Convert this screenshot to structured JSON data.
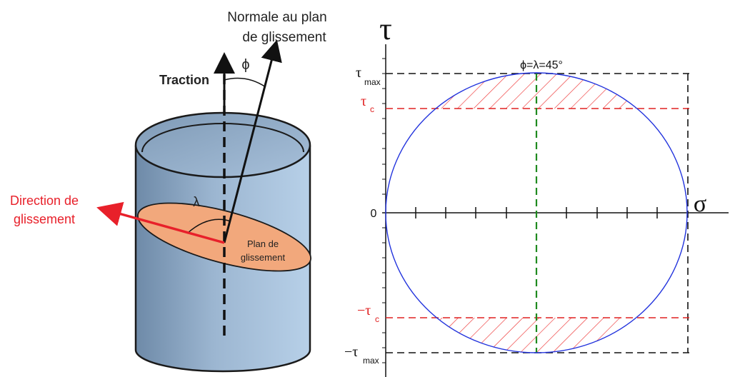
{
  "left_diagram": {
    "normal_label_line1": "Normale au plan",
    "normal_label_line2": "de glissement",
    "phi_label": "ϕ",
    "traction_label": "Traction",
    "lambda_label": "λ",
    "slip_direction_line1": "Direction de",
    "slip_direction_line2": "glissement",
    "slip_plane_line1": "Plan de",
    "slip_plane_line2": "glissement"
  },
  "right_diagram": {
    "tau_axis_label": "τ",
    "sigma_axis_label": "σ",
    "origin_label": "0",
    "top_annotation": "ϕ=λ=45°",
    "tau_symbol": "τ",
    "neg_tau_symbol": "−τ",
    "max_subscript": "max",
    "c_subscript": "c"
  },
  "colors": {
    "cylinder_body": "#93acc7",
    "slip_plane": "#f2a87c",
    "slip_direction_text": "#e8202a",
    "mohr_circle": "#2233dd",
    "critical_lines": "#e02020",
    "center_line": "#1f8a1f",
    "hatch": "#ee3333"
  }
}
